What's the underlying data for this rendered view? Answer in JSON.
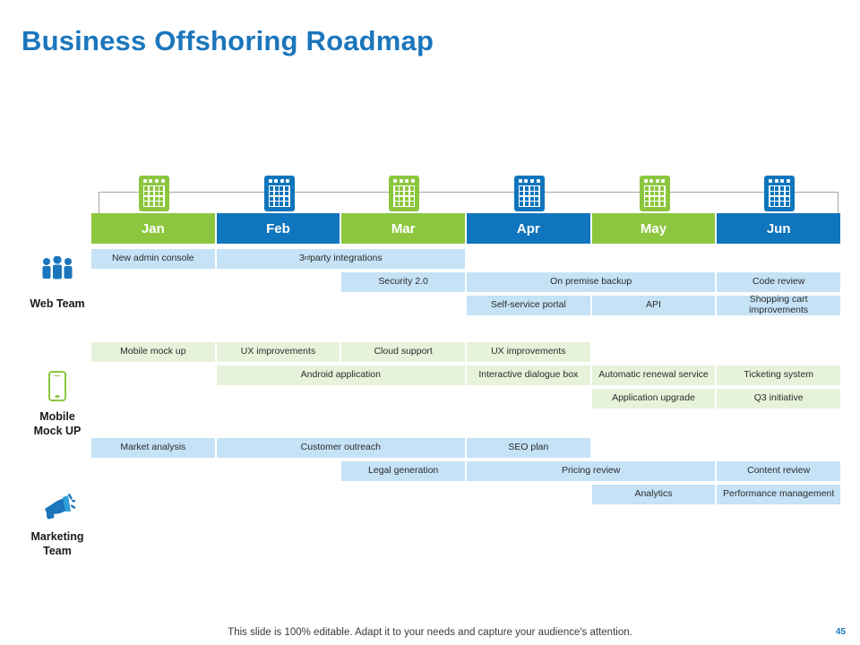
{
  "title": "Business Offshoring Roadmap",
  "colors": {
    "title_blue": "#1b76bc",
    "month_green": "#8cc63e",
    "month_blue": "#0f75bc",
    "bar_blue": "#c5e2f7",
    "bar_green": "#e6f2da"
  },
  "months": [
    {
      "label": "Jan",
      "style": "green"
    },
    {
      "label": "Feb",
      "style": "blue"
    },
    {
      "label": "Mar",
      "style": "green"
    },
    {
      "label": "Apr",
      "style": "blue"
    },
    {
      "label": "May",
      "style": "green"
    },
    {
      "label": "Jun",
      "style": "blue"
    }
  ],
  "calendar_icons": [
    {
      "style": "green",
      "icon": "calendar-icon"
    },
    {
      "style": "blue",
      "icon": "calendar-icon"
    },
    {
      "style": "green",
      "icon": "calendar-icon"
    },
    {
      "style": "blue",
      "icon": "calendar-icon"
    },
    {
      "style": "green",
      "icon": "calendar-icon"
    },
    {
      "style": "blue",
      "icon": "calendar-icon"
    }
  ],
  "sections": [
    {
      "key": "web",
      "label": "Web Team",
      "icon": "people-group-icon",
      "bar_style": "blue",
      "tasks": [
        {
          "label": "New admin console",
          "start": 0,
          "span": 1,
          "row": 0
        },
        {
          "label": "3rd party integrations",
          "sup": "rd",
          "base": "3",
          "rest": " party integrations",
          "start": 1,
          "span": 2,
          "row": 0
        },
        {
          "label": "Security 2.0",
          "start": 2,
          "span": 1,
          "row": 1
        },
        {
          "label": "On premise backup",
          "start": 3,
          "span": 2,
          "row": 1
        },
        {
          "label": "Code review",
          "start": 5,
          "span": 1,
          "row": 1
        },
        {
          "label": "Self-service portal",
          "start": 3,
          "span": 1,
          "row": 2
        },
        {
          "label": "API",
          "start": 4,
          "span": 1,
          "row": 2
        },
        {
          "label": "Shopping cart improvements",
          "start": 5,
          "span": 1,
          "row": 2
        }
      ]
    },
    {
      "key": "mobile",
      "label": "Mobile\nMock UP",
      "label_line1": "Mobile",
      "label_line2": "Mock UP",
      "icon": "smartphone-icon",
      "bar_style": "green",
      "tasks": [
        {
          "label": "Mobile mock up",
          "start": 0,
          "span": 1,
          "row": 0
        },
        {
          "label": "UX improvements",
          "start": 1,
          "span": 1,
          "row": 0
        },
        {
          "label": "Cloud support",
          "start": 2,
          "span": 1,
          "row": 0
        },
        {
          "label": "UX improvements",
          "start": 3,
          "span": 1,
          "row": 0
        },
        {
          "label": "Android application",
          "start": 1,
          "span": 2,
          "row": 1
        },
        {
          "label": "Interactive dialogue box",
          "start": 3,
          "span": 1,
          "row": 1
        },
        {
          "label": "Automatic renewal service",
          "start": 4,
          "span": 1,
          "row": 1
        },
        {
          "label": "Ticketing system",
          "start": 5,
          "span": 1,
          "row": 1
        },
        {
          "label": "Application upgrade",
          "start": 4,
          "span": 1,
          "row": 2
        },
        {
          "label": "Q3 initiative",
          "start": 5,
          "span": 1,
          "row": 2
        }
      ]
    },
    {
      "key": "marketing",
      "label": "Marketing\nTeam",
      "label_line1": "Marketing",
      "label_line2": "Team",
      "icon": "megaphone-icon",
      "bar_style": "blue",
      "tasks": [
        {
          "label": "Market analysis",
          "start": 0,
          "span": 1,
          "row": 0
        },
        {
          "label": "Customer outreach",
          "start": 1,
          "span": 2,
          "row": 0
        },
        {
          "label": "SEO plan",
          "start": 3,
          "span": 1,
          "row": 0
        },
        {
          "label": "Legal generation",
          "start": 2,
          "span": 1,
          "row": 1
        },
        {
          "label": "Pricing review",
          "start": 3,
          "span": 2,
          "row": 1
        },
        {
          "label": "Content review",
          "start": 5,
          "span": 1,
          "row": 1
        },
        {
          "label": "Analytics",
          "start": 4,
          "span": 1,
          "row": 2
        },
        {
          "label": "Performance management",
          "start": 5,
          "span": 1,
          "row": 2
        }
      ]
    }
  ],
  "footer": {
    "note": "This slide is 100% editable. Adapt it to your needs and capture your audience's attention.",
    "page_number": "45"
  }
}
